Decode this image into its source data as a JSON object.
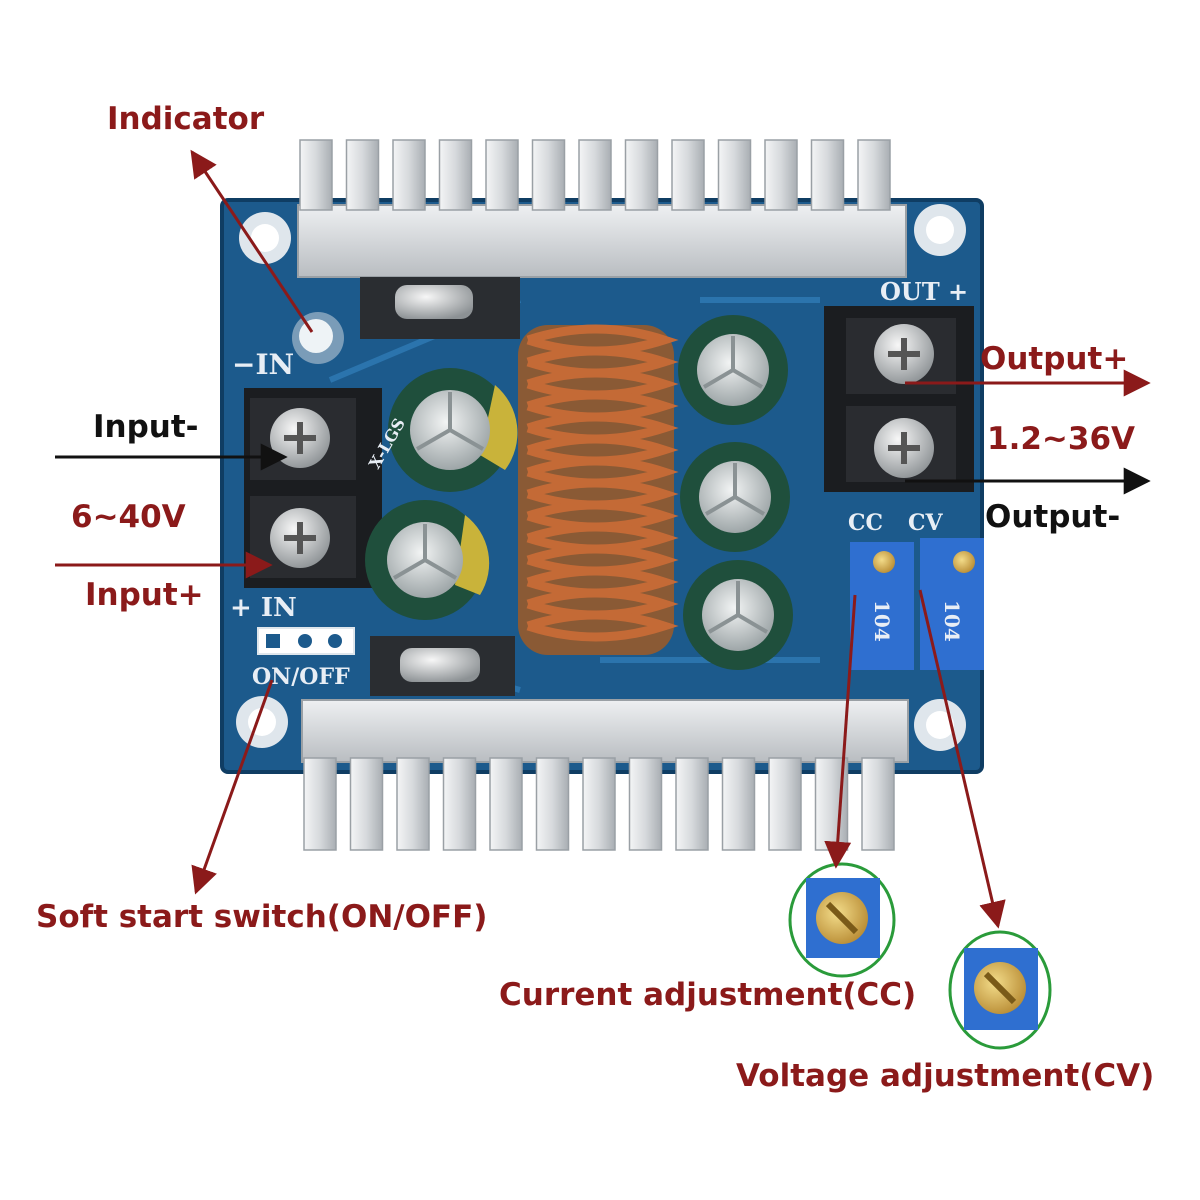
{
  "colors": {
    "annotation_red": "#8b1a1a",
    "annotation_black": "#111111",
    "pcb_blue": "#1c5a8c",
    "heatsink": "#d3d6d9",
    "trimmer_blue": "#2f6fd0",
    "copper": "#c46a36",
    "highlight_green": "#2a9b3a"
  },
  "labels": {
    "indicator": "Indicator",
    "input_minus": "Input-",
    "input_range": "6~40V",
    "input_plus": "Input+",
    "output_plus": "Output+",
    "output_range": "1.2~36V",
    "output_minus": "Output-",
    "soft_start": "Soft start switch(ON/OFF)",
    "current_adj": "Current adjustment(CC)",
    "voltage_adj": "Voltage adjustment(CV)"
  },
  "silkscreen": {
    "in_minus": "−IN",
    "in_plus": "+  IN",
    "on_off": "ON/OFF",
    "out_plus": "OUT +",
    "cc": "CC",
    "cv": "CV",
    "pot_code": "104",
    "cap_mark": "X-LGS"
  }
}
